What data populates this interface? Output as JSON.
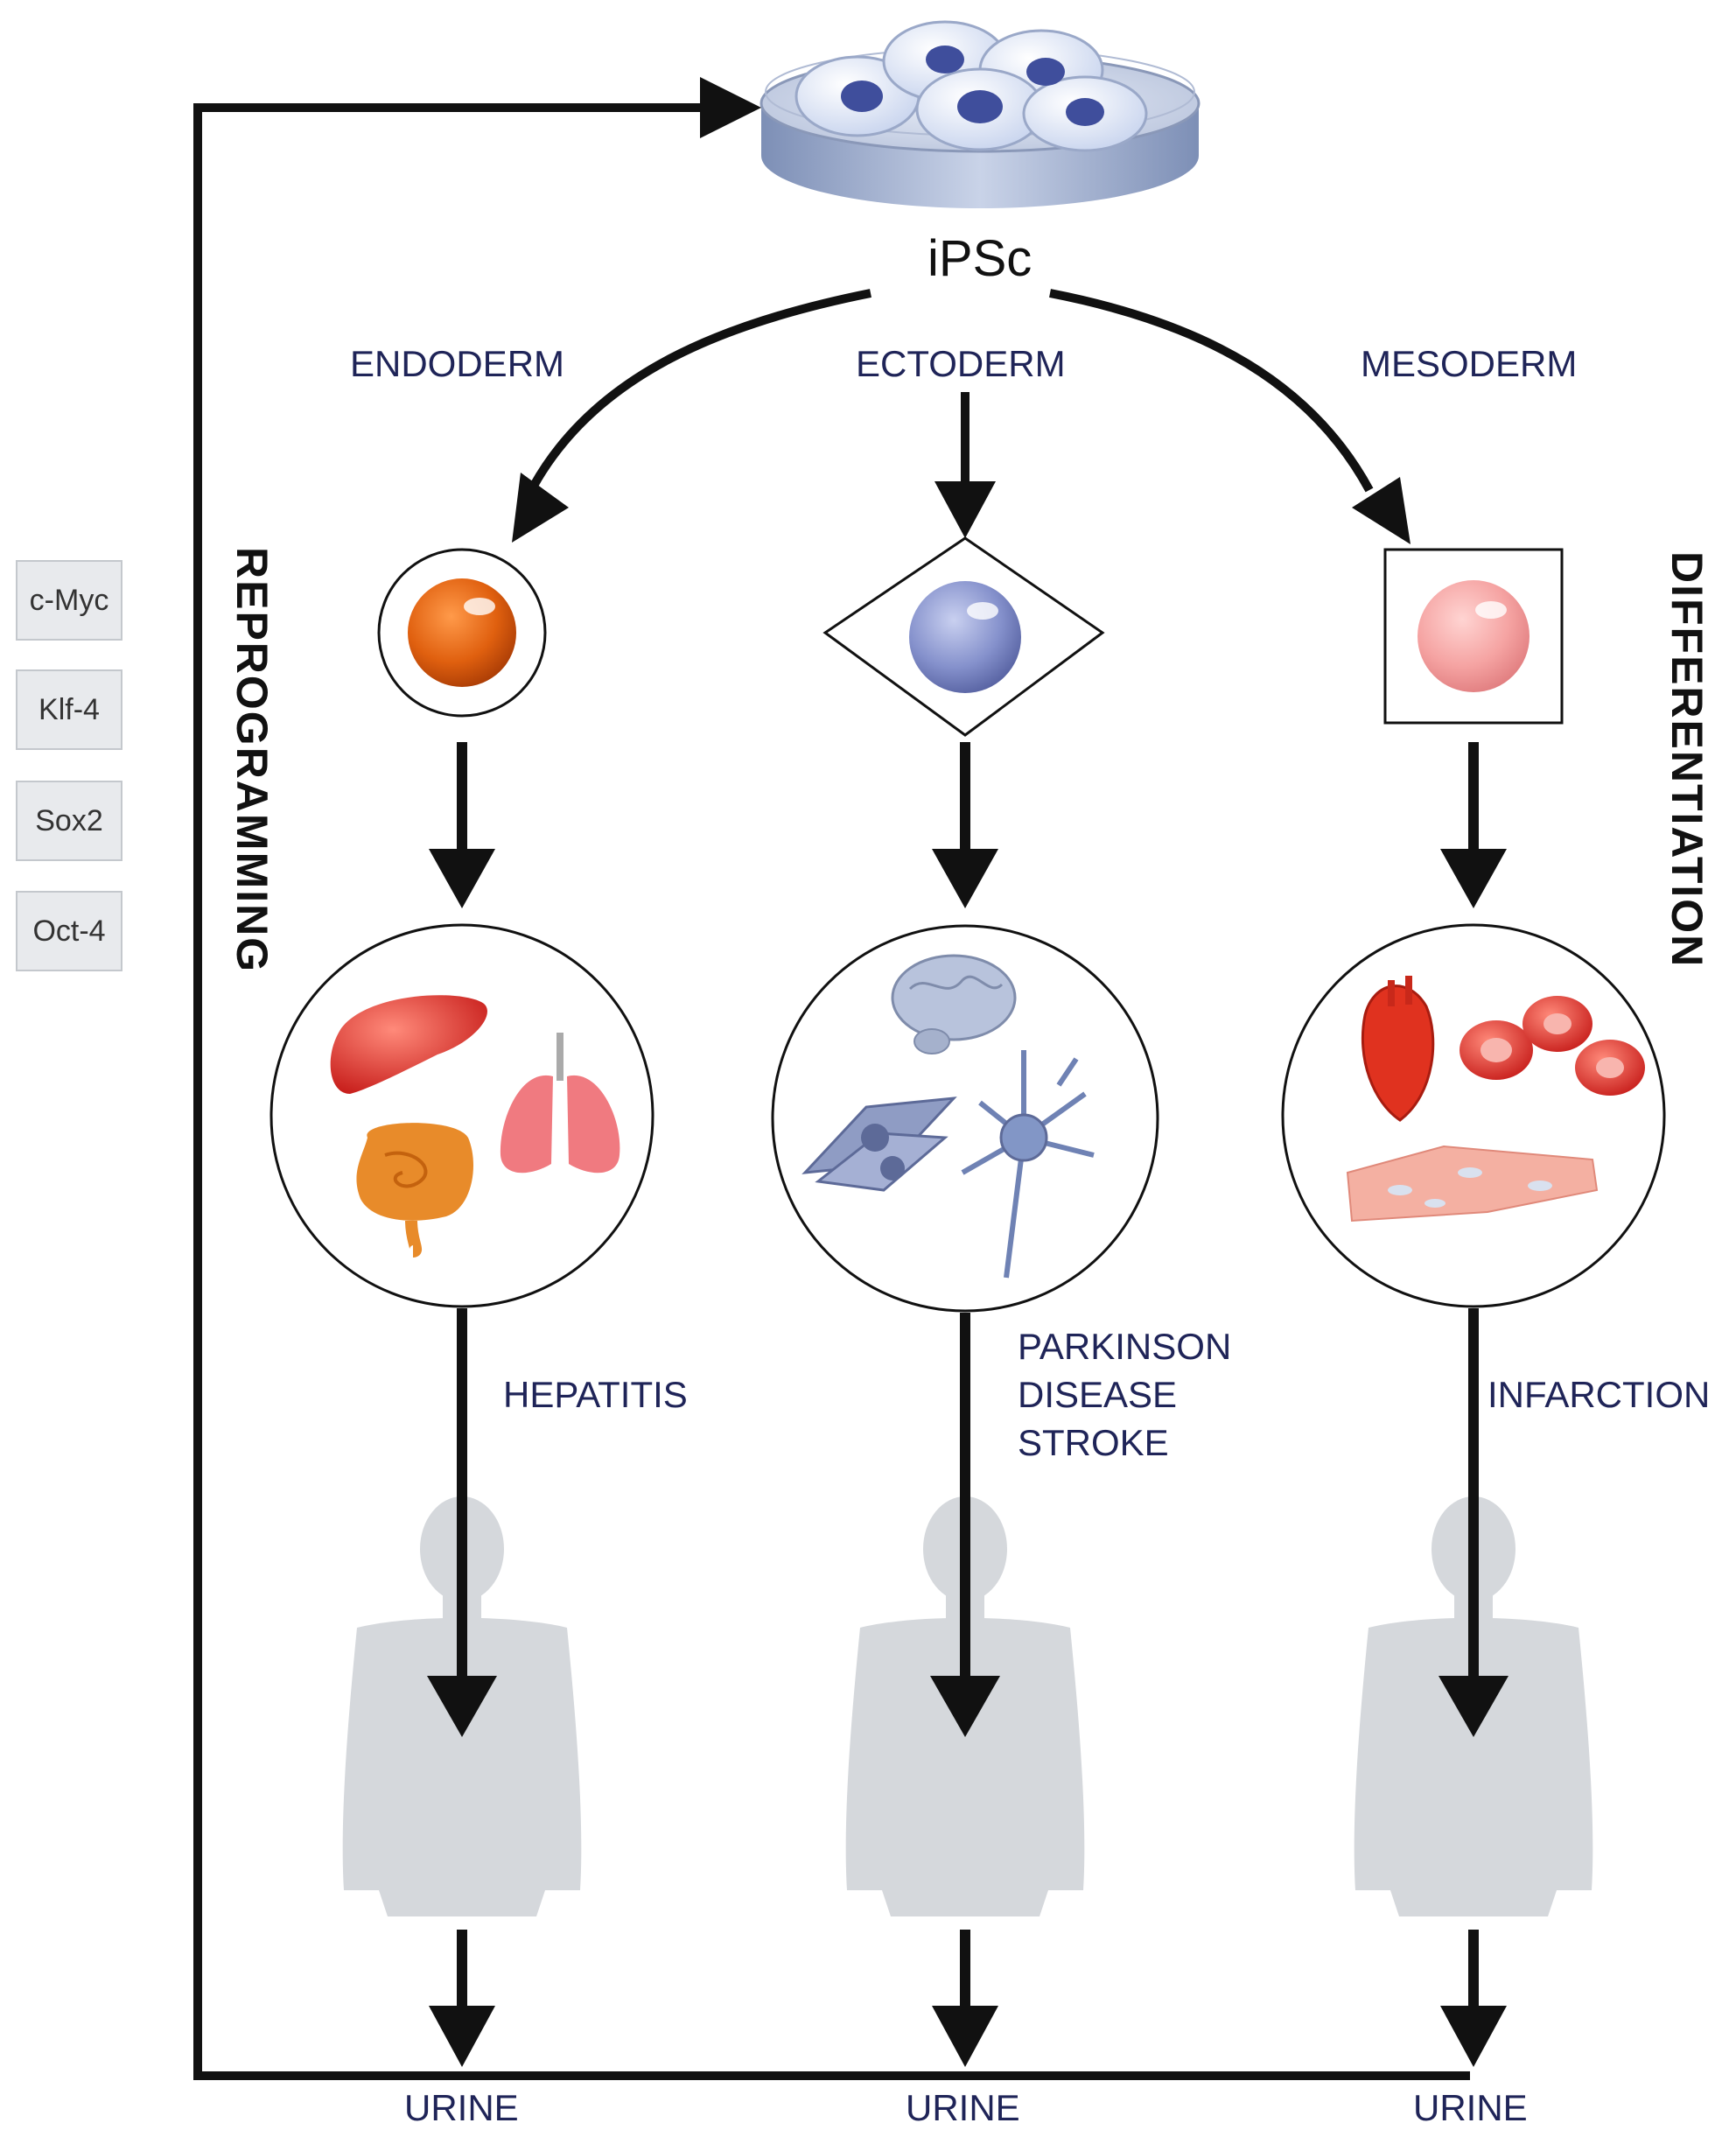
{
  "stem_cell_label": "iPSc",
  "germ_layers": {
    "endoderm": "ENDODERM",
    "ectoderm": "ECTODERM",
    "mesoderm": "MESODERM"
  },
  "side_labels": {
    "reprogramming": "REPROGRAMMING",
    "differentiation": "DIFFERENTIATION"
  },
  "transcription_factors": [
    "c-Myc",
    "Klf-4",
    "Sox2",
    "Oct-4"
  ],
  "diseases": {
    "endoderm": [
      "HEPATITIS"
    ],
    "ectoderm": [
      "PARKINSON",
      "DISEASE",
      "STROKE"
    ],
    "mesoderm": [
      "INFARCTION"
    ]
  },
  "source_labels": [
    "URINE",
    "URINE",
    "URINE"
  ],
  "colors": {
    "endoderm_cell": "#d9520a",
    "ectoderm_cell": "#7a86c4",
    "mesoderm_cell": "#f4a0a0",
    "arrow": "#111111",
    "label_text": "#1f2458",
    "human_silhouette": "#d5d8dc"
  },
  "icons": [
    "petri-dish-icon",
    "liver-icon",
    "lung-icon",
    "intestine-icon",
    "brain-icon",
    "neuron-icon",
    "glial-cell-icon",
    "heart-icon",
    "red-blood-cell-icon",
    "muscle-tissue-icon",
    "human-silhouette-icon"
  ]
}
